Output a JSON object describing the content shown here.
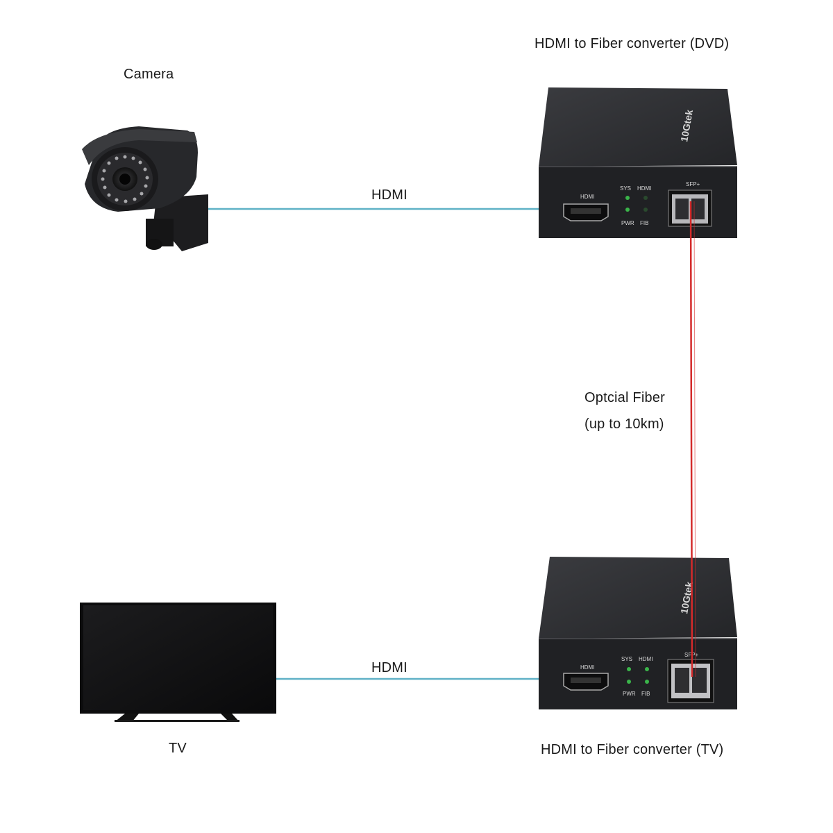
{
  "labels": {
    "camera": "Camera",
    "dvd_converter": "HDMI to Fiber converter (DVD)",
    "hdmi_top": "HDMI",
    "fiber_line1": "Optcial Fiber",
    "fiber_line2": "(up to 10km)",
    "hdmi_bottom": "HDMI",
    "tv": "TV",
    "tv_converter": "HDMI to Fiber converter (TV)"
  },
  "converter_panel": {
    "hdmi_port": "HDMI",
    "led_sys": "SYS",
    "led_hdmi": "HDMI",
    "led_pwr": "PWR",
    "led_fib": "FIB",
    "sfp": "SFP+",
    "brand": "10Gtek"
  },
  "colors": {
    "hdmi_cable": "#5fb1c6",
    "fiber_cable": "#d42a2a",
    "device_body": "#2c2d30",
    "led": "#3ab54a"
  }
}
